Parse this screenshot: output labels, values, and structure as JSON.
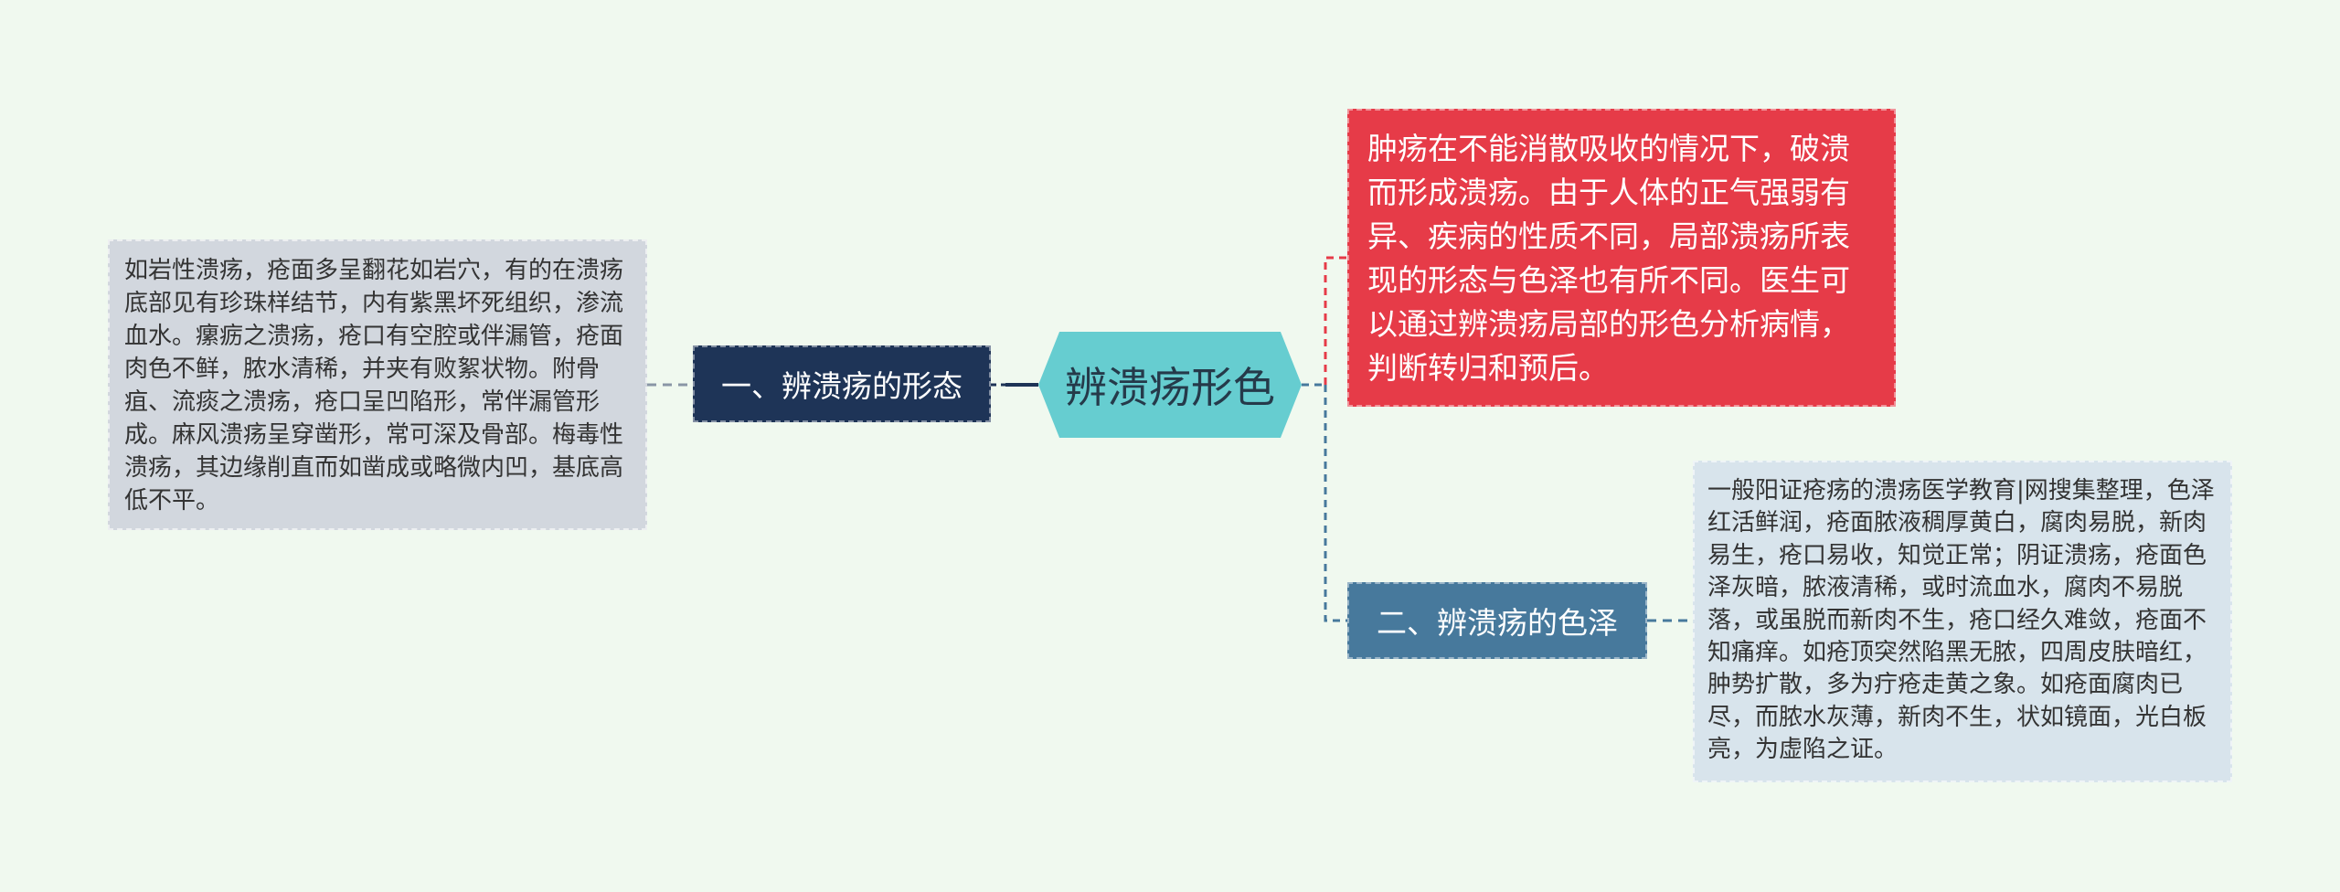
{
  "diagram": {
    "center": {
      "label": "辨溃疡形色"
    },
    "branches": [
      {
        "label": "一、辨溃疡的形态",
        "detail": "如岩性溃疡，疮面多呈翻花如岩穴，有的在溃疡底部见有珍珠样结节，内有紫黑坏死组织，渗流血水。瘰疬之溃疡，疮口有空腔或伴漏管，疮面肉色不鲜，脓水清稀，并夹有败絮状物。附骨疽、流痰之溃疡，疮口呈凹陷形，常伴漏管形成。麻风溃疡呈穿凿形，常可深及骨部。梅毒性溃疡，其边缘削直而如凿成或略微内凹，基底高低不平。"
      },
      {
        "label": "肿疡在不能消散吸收的情况下，破溃而形成溃疡。由于人体的正气强弱有异、疾病的性质不同，局部溃疡所表现的形态与色泽也有所不同。医生可以通过辨溃疡局部的形色分析病情，判断转归和预后。"
      },
      {
        "label": "二、辨溃疡的色泽",
        "detail": "一般阳证疮疡的溃疡医学教育|网搜集整理，色泽红活鲜润，疮面脓液稠厚黄白，腐肉易脱，新肉易生，疮口易收，知觉正常；阴证溃疡，疮面色泽灰暗，脓液清稀，或时流血水，腐肉不易脱落，或虽脱而新肉不生，疮口经久难敛，疮面不知痛痒。如疮顶突然陷黑无脓，四周皮肤暗红，肿势扩散，多为疔疮走黄之象。如疮面腐肉已尽，而脓水灰薄，新肉不生，状如镜面，光白板亮，为虚陷之证。"
      }
    ]
  },
  "colors": {
    "background": "#f0f9ef",
    "center": "#66cdd0",
    "branch_left": "#1e3457",
    "branch_right": "#47799c",
    "info_red": "#e63b48",
    "leaf_left": "#d2d7de",
    "leaf_right": "#d8e4ec",
    "line_left": "#1e3457",
    "line_red": "#e63b48",
    "line_right": "#47799c"
  }
}
